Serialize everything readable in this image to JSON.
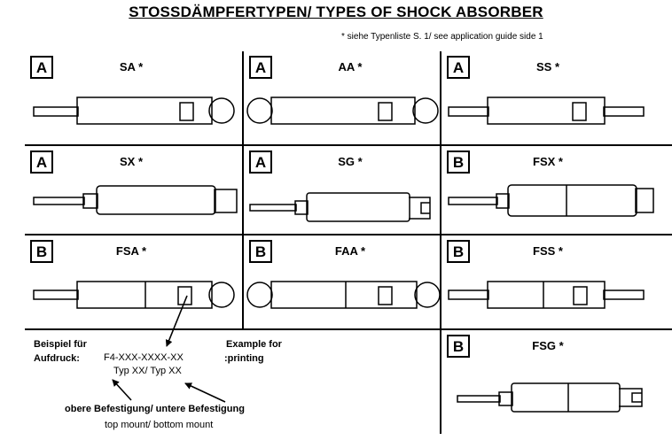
{
  "title": "STOSSDÄMPFERTYPEN/ TYPES OF SHOCK ABSORBER",
  "note": "* siehe Typenliste S. 1/ see application guide side 1",
  "cells": [
    {
      "letter": "A",
      "label": "SA *"
    },
    {
      "letter": "A",
      "label": "AA *"
    },
    {
      "letter": "A",
      "label": "SS *"
    },
    {
      "letter": "A",
      "label": "SX *"
    },
    {
      "letter": "A",
      "label": "SG *"
    },
    {
      "letter": "B",
      "label": "FSX *"
    },
    {
      "letter": "B",
      "label": "FSA *"
    },
    {
      "letter": "B",
      "label": "FAA *"
    },
    {
      "letter": "B",
      "label": "FSS *"
    },
    {
      "letter": "B",
      "label": "FSG *"
    }
  ],
  "example": {
    "left_title_1": "Beispiel für",
    "left_title_2": "Aufdruck:",
    "right_title_1": "Example for",
    "right_title_2": ":printing",
    "code": "F4-XXX-XXXX-XX",
    "typ": "Typ XX/ Typ XX",
    "mount_de": "obere Befestigung/ untere Befestigung",
    "mount_en": "top mount/  bottom mount"
  }
}
